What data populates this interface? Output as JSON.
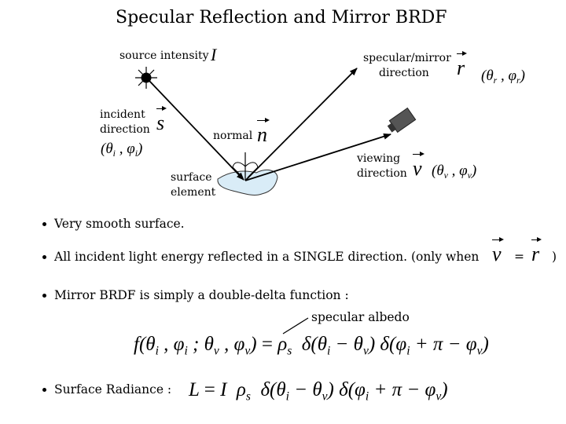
{
  "title": "Specular Reflection and Mirror BRDF",
  "labels": {
    "source_intensity": "source intensity",
    "source_symbol": "I",
    "incident_line1": "incident",
    "incident_line2": "direction",
    "incident_symbol": "s",
    "incident_angles": "(θi , φi)",
    "normal": "normal",
    "normal_symbol": "n",
    "surface_line1": "surface",
    "surface_line2": "element",
    "specular_line1": "specular/mirror",
    "specular_line2": "direction",
    "specular_symbol": "r",
    "specular_angles": "(θr , φr)",
    "viewing_line1": "viewing",
    "viewing_line2": "direction",
    "viewing_symbol": "v",
    "viewing_angles": "(θv , φv)"
  },
  "bullets": [
    {
      "text": "Very smooth surface."
    },
    {
      "text": "All incident light energy reflected in a SINGLE direction.  (only when",
      "v": "v",
      "eq": "=",
      "r": "r",
      "close": ")"
    },
    {
      "text": "Mirror BRDF is simply a double-delta function :"
    },
    {
      "text": "Surface Radiance :"
    }
  ],
  "annotation": "specular albedo",
  "equations": {
    "brdf": "f(θi , φi ; θv , φv) = ρs  δ(θi − θv) δ(φi + π − φv)",
    "radiance": "L = I  ρs  δ(θi − θv) δ(φi + π − φv)"
  },
  "colors": {
    "surface_fill": "#d9ecf7",
    "camera_fill": "#555555"
  },
  "icons": [
    "light-source-icon",
    "camera-icon",
    "surface-element-icon"
  ]
}
